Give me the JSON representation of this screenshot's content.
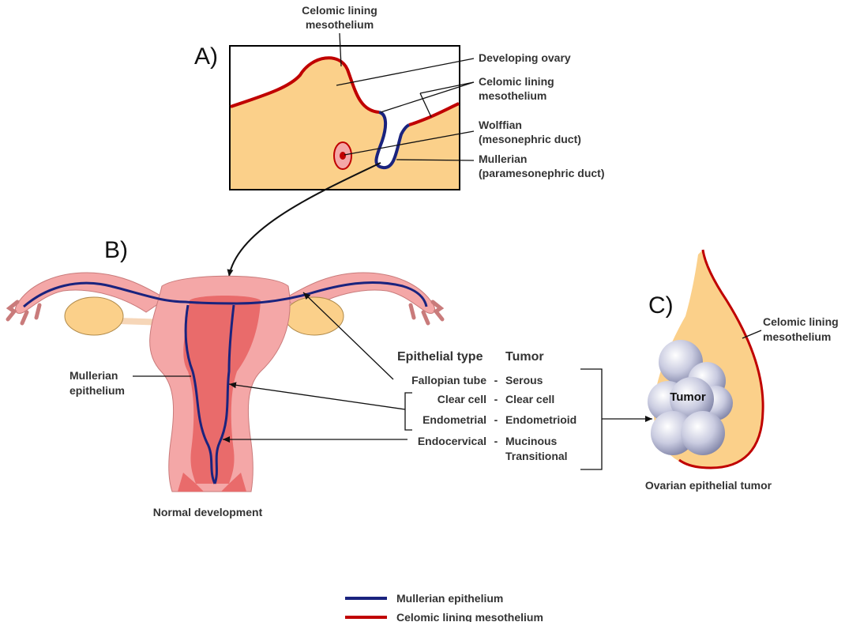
{
  "panel_a": {
    "letter": "A)",
    "top_label": [
      "Celomic lining",
      "mesothelium"
    ],
    "developing_ovary": "Developing ovary",
    "celomic": [
      "Celomic lining",
      "mesothelium"
    ],
    "wolffian": [
      "Wolffian",
      "(mesonephric duct)"
    ],
    "mullerian": [
      "Mullerian",
      "(paramesonephric duct)"
    ]
  },
  "panel_b": {
    "letter": "B)",
    "mullerian_epithelium": [
      "Mullerian",
      "epithelium"
    ],
    "caption": "Normal development"
  },
  "table": {
    "header_type": "Epithelial type",
    "header_tumor": "Tumor",
    "rows": [
      {
        "type": "Fallopian tube",
        "sep": "-",
        "tumor": "Serous"
      },
      {
        "type": "Clear cell",
        "sep": "-",
        "tumor": "Clear cell"
      },
      {
        "type": "Endometrial",
        "sep": "-",
        "tumor": "Endometrioid"
      },
      {
        "type": "Endocervical",
        "sep": "-",
        "tumor": "Mucinous"
      },
      {
        "type": "",
        "sep": "",
        "tumor": "Transitional"
      }
    ]
  },
  "panel_c": {
    "letter": "C)",
    "celomic": [
      "Celomic lining",
      "mesothelium"
    ],
    "tumor": "Tumor",
    "caption": "Ovarian epithelial tumor"
  },
  "legend": [
    {
      "label": "Mullerian epithelium",
      "color": "#1a237e"
    },
    {
      "label": "Celomic lining mesothelium",
      "color": "#c00000"
    }
  ],
  "colors": {
    "tissue": "#fbd08a",
    "mesothelium": "#c00000",
    "mullerian": "#1a237e",
    "uterus_light": "#f4a7a7",
    "uterus_dark": "#e96b6b",
    "tumor": "#c9cbe0"
  }
}
